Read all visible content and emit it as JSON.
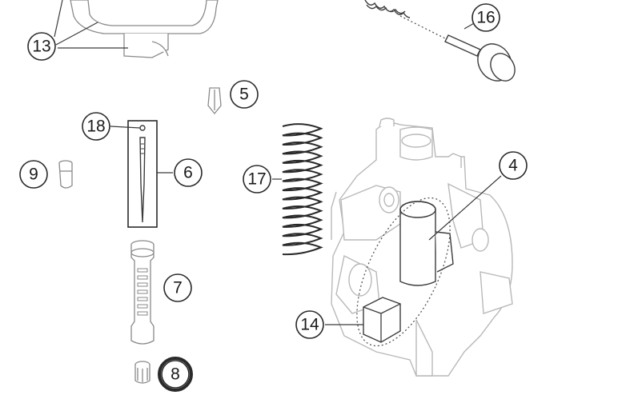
{
  "colors": {
    "highlight": "#e8521c",
    "line": "#2a2a2a",
    "ghost": "#b9b9b9"
  },
  "callouts": {
    "c4": "4",
    "c5": "5",
    "c6": "6",
    "c7": "7",
    "c8": "8",
    "c9": "9",
    "c13": "13",
    "c14": "14",
    "c16": "16",
    "c17": "17",
    "c18": "18"
  },
  "highlighted_callout": "8"
}
